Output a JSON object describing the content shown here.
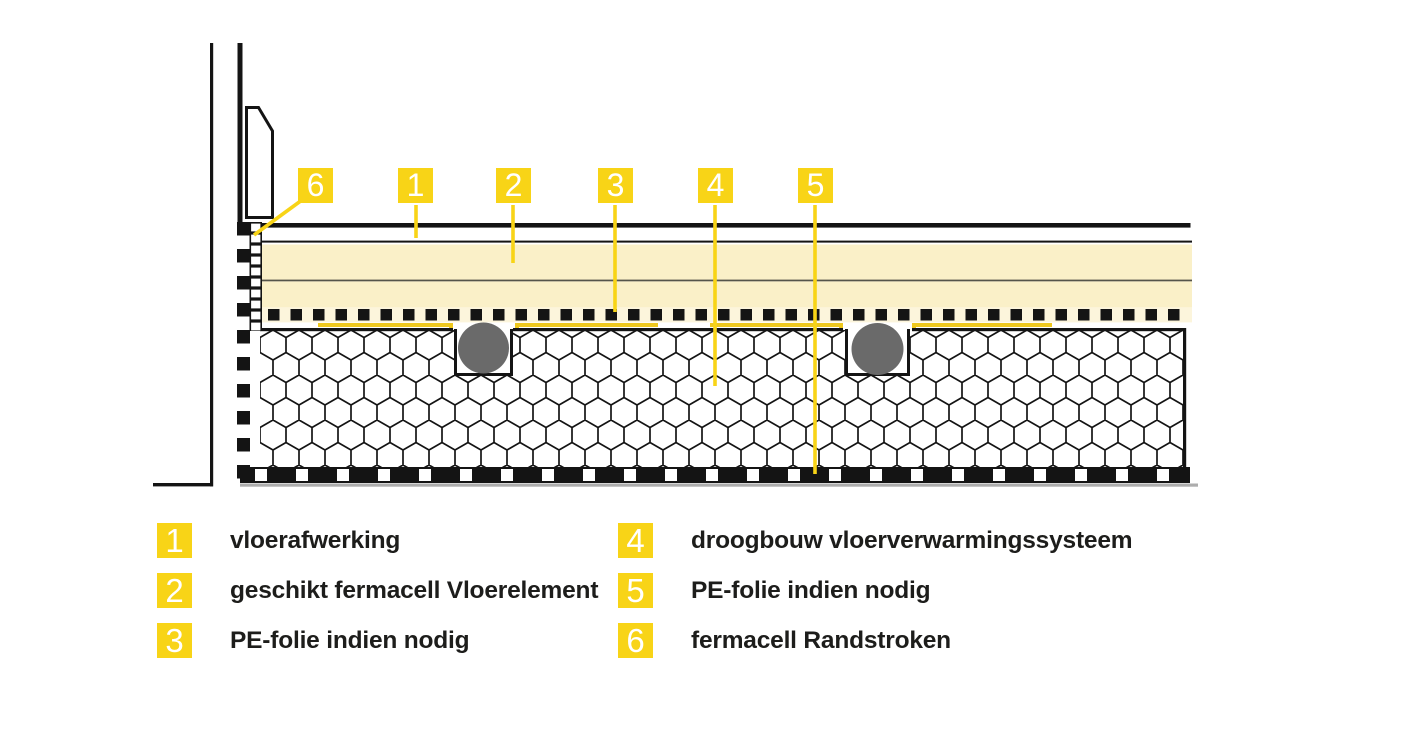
{
  "diagram": {
    "title": "fermacell droogbouw vloerverwarmingssysteem cross-section",
    "callouts": [
      {
        "num": "6"
      },
      {
        "num": "1"
      },
      {
        "num": "2"
      },
      {
        "num": "3"
      },
      {
        "num": "4"
      },
      {
        "num": "5"
      }
    ]
  },
  "legend": {
    "items": [
      {
        "num": "1",
        "label": "vloerafwerking"
      },
      {
        "num": "2",
        "label": "geschikt fermacell Vloerelement"
      },
      {
        "num": "3",
        "label": "PE-folie indien nodig"
      },
      {
        "num": "4",
        "label": "droogbouw vloerverwarmingssysteem"
      },
      {
        "num": "5",
        "label": "PE-folie indien nodig"
      },
      {
        "num": "6",
        "label": "fermacell Randstroken"
      }
    ]
  },
  "colors": {
    "accent_yellow": "#F8D417",
    "plate_yellow": "#EEC81E",
    "element_cream": "#FAF0C8",
    "cream_light": "#FCF5DC",
    "pipe_gray": "#6A6A6A",
    "ink_black": "#141414",
    "divider_olive": "#55544A",
    "subfloor_gray": "#ADADAD",
    "text_black": "#1D1D1B",
    "number_white": "#FFFFFF"
  }
}
